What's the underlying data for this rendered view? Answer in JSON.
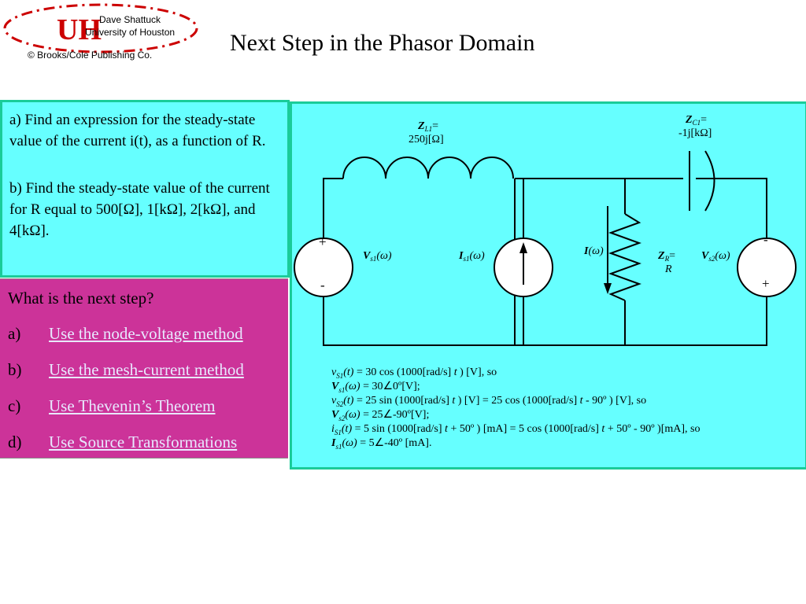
{
  "header": {
    "logo_text": "UH",
    "author": "Dave Shattuck",
    "university": "University of Houston",
    "publisher": "© Brooks/Cole Publishing Co.",
    "title": "Next Step in the Phasor Domain"
  },
  "problem": {
    "part_a": "a)  Find an expression for the steady-state value of the current i(t), as a function of R.",
    "part_b": "b)  Find the steady-state value of the current for R equal to 500[Ω], 1[kΩ], 2[kΩ], and 4[kΩ]."
  },
  "next_step": {
    "prompt": "What is the next step?",
    "options": [
      {
        "label": "a)",
        "text": "Use the node-voltage method"
      },
      {
        "label": "b)",
        "text": "Use the mesh-current method"
      },
      {
        "label": "c)",
        "text": "Use Thevenin’s Theorem"
      },
      {
        "label": "d)",
        "text": "Use Source Transformations"
      }
    ]
  },
  "circuit": {
    "zl1_label": "Z",
    "zl1_sub": "L1",
    "zl1_eq": "=",
    "zl1_value": "250j[Ω]",
    "zc1_label": "Z",
    "zc1_sub": "C1",
    "zc1_eq": "=",
    "zc1_value": "-1j[kΩ]",
    "zr_label": "Z",
    "zr_sub": "R",
    "zr_eq": "=",
    "zr_value": "R",
    "vs1_label": "V",
    "vs1_sub": "s1",
    "vs1_arg": "(ω)",
    "is1_label": "I",
    "is1_sub": "s1",
    "is1_arg": "(ω)",
    "i_label": "I",
    "i_arg": "(ω)",
    "vs2_label": "V",
    "vs2_sub": "s2",
    "vs2_arg": "(ω)",
    "plus": "+",
    "minus": "-"
  },
  "equations": {
    "eq1_var": "v",
    "eq1_sub": "S1",
    "eq1_a": "(t)",
    "eq1_b": " = 30 cos (1000[rad/s] ",
    "eq1_t": "t",
    "eq1_c": " ) [V], so",
    "eq2_var": "V",
    "eq2_sub": "s1",
    "eq2_a": "(ω)",
    "eq2_b": " = 30∠0º[V];",
    "eq3_var": "v",
    "eq3_sub": "S2",
    "eq3_a": "(t)",
    "eq3_b": " = 25 sin (1000[rad/s] ",
    "eq3_t1": "t",
    "eq3_c": " ) [V] = 25 cos (1000[rad/s] ",
    "eq3_t2": "t",
    "eq3_d": " - 90º ) [V], so",
    "eq4_var": "V",
    "eq4_sub": "s2",
    "eq4_a": "(ω)",
    "eq4_b": " = 25∠-90º[V];",
    "eq5_var": "i",
    "eq5_sub": "S1",
    "eq5_a": "(t)",
    "eq5_b": " = 5 sin (1000[rad/s] ",
    "eq5_t1": "t",
    "eq5_c": " + 50º ) [mA] = 5 cos (1000[rad/s] ",
    "eq5_t2": "t",
    "eq5_d": " + 50º - 90º )[mA], so",
    "eq6_var": "I",
    "eq6_sub": "s1",
    "eq6_a": "(ω)",
    "eq6_b": " = 5∠-40º [mA]."
  },
  "colors": {
    "question_bg": "#66ffff",
    "next_step_bg": "#cc3399",
    "border": "#1acc99",
    "logo_red": "#cc0000"
  }
}
